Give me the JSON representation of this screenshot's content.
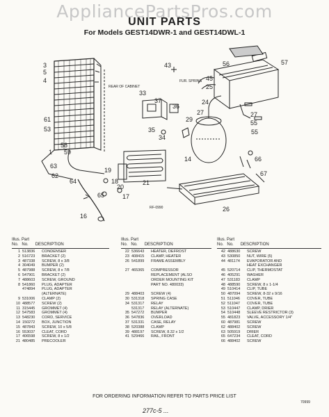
{
  "watermark": "AppliancePartsPros.com",
  "title": "UNIT PARTS",
  "subtitle": "For Models GEST14DWR-1 and GEST14DWL-1",
  "callouts": {
    "c3": "3",
    "c5": "5",
    "c4": "4",
    "c61": "61",
    "c53": "53",
    "c1": "1",
    "c58": "58",
    "c59": "59",
    "c63": "63",
    "c62": "62",
    "c64": "64",
    "c16": "16",
    "c65": "65",
    "c19": "19",
    "c18": "18",
    "c20": "20",
    "c21": "21",
    "c17": "17",
    "c33": "33",
    "c37": "37",
    "c36": "36",
    "c35": "35",
    "c34": "34",
    "c29": "29",
    "c43": "43",
    "c56": "56",
    "c57": "57",
    "c45": "45",
    "c25": "25",
    "c24": "24",
    "c27": "27",
    "c55": "55",
    "c14": "14",
    "c66": "66",
    "c67": "67",
    "c26": "26"
  },
  "diagram_notes": {
    "rear": "REAR OF CABINET",
    "fur": "FUR. SPRING",
    "ref": "RF-0990"
  },
  "column_headers": {
    "illus": "Illus. Part",
    "no": "No.",
    "no2": "No.",
    "desc": "DESCRIPTION"
  },
  "parts_col1": [
    {
      "no": "1",
      "part": "513836",
      "desc": "CONDENSER"
    },
    {
      "no": "2",
      "part": "516723",
      "desc": "BRACKET (2)"
    },
    {
      "no": "3",
      "part": "487338",
      "desc": "SCREW, 8 x 3/8"
    },
    {
      "no": "4",
      "part": "304049",
      "desc": "BUMPER (2)"
    },
    {
      "no": "5",
      "part": "487988",
      "desc": "SCREW, 8 x 7/8"
    },
    {
      "no": "6",
      "part": "547901",
      "desc": "BRACKET (2)"
    },
    {
      "no": "7",
      "part": "488603",
      "desc": "SCREW, GROUND"
    },
    {
      "no": "8",
      "part": "541860",
      "desc": "PLUG, ADAPTER"
    },
    {
      "no": "",
      "part": "474894",
      "desc": "PLUG, ADAPTER"
    },
    {
      "no": "",
      "part": "",
      "desc": "(ALTERNATE)"
    },
    {
      "no": "9",
      "part": "531006",
      "desc": "CLAMP (2)"
    },
    {
      "no": "10",
      "part": "488577",
      "desc": "SCREW (2)"
    },
    {
      "no": "11",
      "part": "315445",
      "desc": "GROMMET (4)"
    },
    {
      "no": "12",
      "part": "547583",
      "desc": "GROMMET (4)"
    },
    {
      "no": "13",
      "part": "548230",
      "desc": "CORD, SERVICE"
    },
    {
      "no": "14",
      "part": "150272",
      "desc": "BOX, JUNCTION"
    },
    {
      "no": "15",
      "part": "487843",
      "desc": "SCREW, 10 x 5/8"
    },
    {
      "no": "16",
      "part": "553037",
      "desc": "CLEAT, CORD"
    },
    {
      "no": "17",
      "part": "406598",
      "desc": "SCREW, 8 x 1/2"
    },
    {
      "no": "21",
      "part": "480485",
      "desc": "PRECOOLER"
    }
  ],
  "parts_col2": [
    {
      "no": "22",
      "part": "536643",
      "desc": "HEATER, DEFROST"
    },
    {
      "no": "23",
      "part": "408415",
      "desc": "CLAMP, HEATER"
    },
    {
      "no": "26",
      "part": "541899",
      "desc": "FRAME ASSEMBLY"
    },
    {
      "no": "",
      "part": "",
      "desc": ""
    },
    {
      "no": "27",
      "part": "465365",
      "desc": "COMPRESSOR"
    },
    {
      "no": "",
      "part": "",
      "desc": "REPLACEMENT (ALSO"
    },
    {
      "no": "",
      "part": "",
      "desc": "ORDER MOUNTING KIT"
    },
    {
      "no": "",
      "part": "",
      "desc": "PART NO. 480033)"
    },
    {
      "no": "",
      "part": "",
      "desc": ""
    },
    {
      "no": "29",
      "part": "488403",
      "desc": "SCREW (4)"
    },
    {
      "no": "30",
      "part": "531318",
      "desc": "SPRING CASE"
    },
    {
      "no": "34",
      "part": "531317",
      "desc": "RELAY"
    },
    {
      "no": "",
      "part": "531317",
      "desc": "RELAY (ALTERNATE)"
    },
    {
      "no": "35",
      "part": "547272",
      "desc": "BUMPER"
    },
    {
      "no": "36",
      "part": "547836",
      "desc": "OVERLOAD"
    },
    {
      "no": "37",
      "part": "531331",
      "desc": "CASE, RELAY"
    },
    {
      "no": "38",
      "part": "520388",
      "desc": "CLAMP"
    },
    {
      "no": "39",
      "part": "488197",
      "desc": "SCREW, 8.32 x 1/2"
    },
    {
      "no": "41",
      "part": "529466",
      "desc": "RAIL, FRONT"
    }
  ],
  "parts_col3": [
    {
      "no": "42",
      "part": "488630",
      "desc": "SCREW"
    },
    {
      "no": "43",
      "part": "530850",
      "desc": "NUT, WIRE (5)"
    },
    {
      "no": "44",
      "part": "481174",
      "desc": "EVAPORATOR AND"
    },
    {
      "no": "",
      "part": "",
      "desc": "HEAT EXCHANGER"
    },
    {
      "no": "45",
      "part": "520714",
      "desc": "CLIP, THERMOSTAT"
    },
    {
      "no": "46",
      "part": "405291",
      "desc": "WASHER"
    },
    {
      "no": "47",
      "part": "531183",
      "desc": "CLAMP"
    },
    {
      "no": "48",
      "part": "488590",
      "desc": "SCREW, 8 x 1-1/4"
    },
    {
      "no": "49",
      "part": "510414",
      "desc": "CLIP, TUBE"
    },
    {
      "no": "50",
      "part": "487094",
      "desc": "SCREW, 8-32 x 9/16"
    },
    {
      "no": "51",
      "part": "511046",
      "desc": "COVER, TUBE"
    },
    {
      "no": "52",
      "part": "511047",
      "desc": "COVER, TUBE"
    },
    {
      "no": "53",
      "part": "510447",
      "desc": "CLAMP, DRIER"
    },
    {
      "no": "54",
      "part": "510448",
      "desc": "SLEEVE RESTRICTOR (3)"
    },
    {
      "no": "55",
      "part": "481823",
      "desc": "VALVE, ACCESSORY 1/4\""
    },
    {
      "no": "60",
      "part": "487981",
      "desc": "SCREW"
    },
    {
      "no": "62",
      "part": "488402",
      "desc": "SCREW"
    },
    {
      "no": "63",
      "part": "505919",
      "desc": "DRIER"
    },
    {
      "no": "65",
      "part": "647234",
      "desc": "CLEAT, CORD"
    },
    {
      "no": "66",
      "part": "488402",
      "desc": "SCREW"
    }
  ],
  "footer": "FOR ORDERING INFORMATION REFER TO PARTS PRICE LIST",
  "page_code": "70999",
  "signature": "277c-5 ..."
}
